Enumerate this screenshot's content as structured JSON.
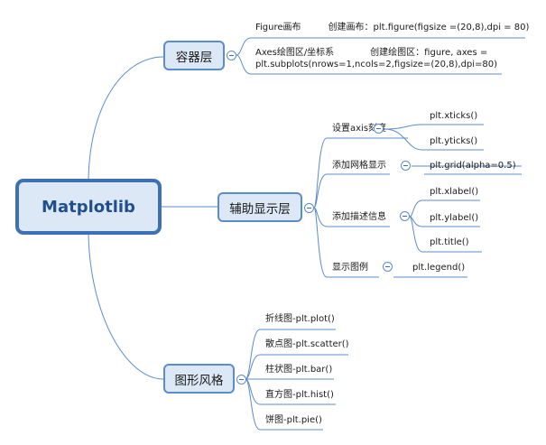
{
  "root": {
    "label": "Matplotlib"
  },
  "branches": [
    {
      "label": "容器层",
      "children": [
        {
          "label": "Figure画布　　　创建画布：plt.figure(figsize =(20,8),dpi = 80)"
        },
        {
          "label": "Axes绘图区/坐标系　　　　创建绘图区：figure, axes = plt.subplots(nrows=1,ncols=2,figsize=(20,8),dpi=80)"
        }
      ]
    },
    {
      "label": "辅助显示层",
      "children": [
        {
          "label": "设置axis刻度",
          "children": [
            "plt.xticks()",
            "plt.yticks()"
          ]
        },
        {
          "label": "添加网格显示",
          "children": [
            "plt.grid(alpha=0.5)"
          ]
        },
        {
          "label": "添加描述信息",
          "children": [
            "plt.xlabel()",
            "plt.ylabel()",
            "plt.title()"
          ]
        },
        {
          "label": "显示图例",
          "children": [
            "plt.legend()"
          ]
        }
      ]
    },
    {
      "label": "图形风格",
      "children": [
        {
          "label": "折线图-plt.plot()"
        },
        {
          "label": "散点图-plt.scatter()"
        },
        {
          "label": "柱状图-plt.bar()"
        },
        {
          "label": "直方图-plt.hist()"
        },
        {
          "label": "饼图-plt.pie()"
        }
      ]
    }
  ],
  "colors": {
    "line": "#5b8ccb",
    "root_border": "#3d71b5",
    "node_fill": "#dce8f6",
    "root_text": "#1f4f8f"
  }
}
